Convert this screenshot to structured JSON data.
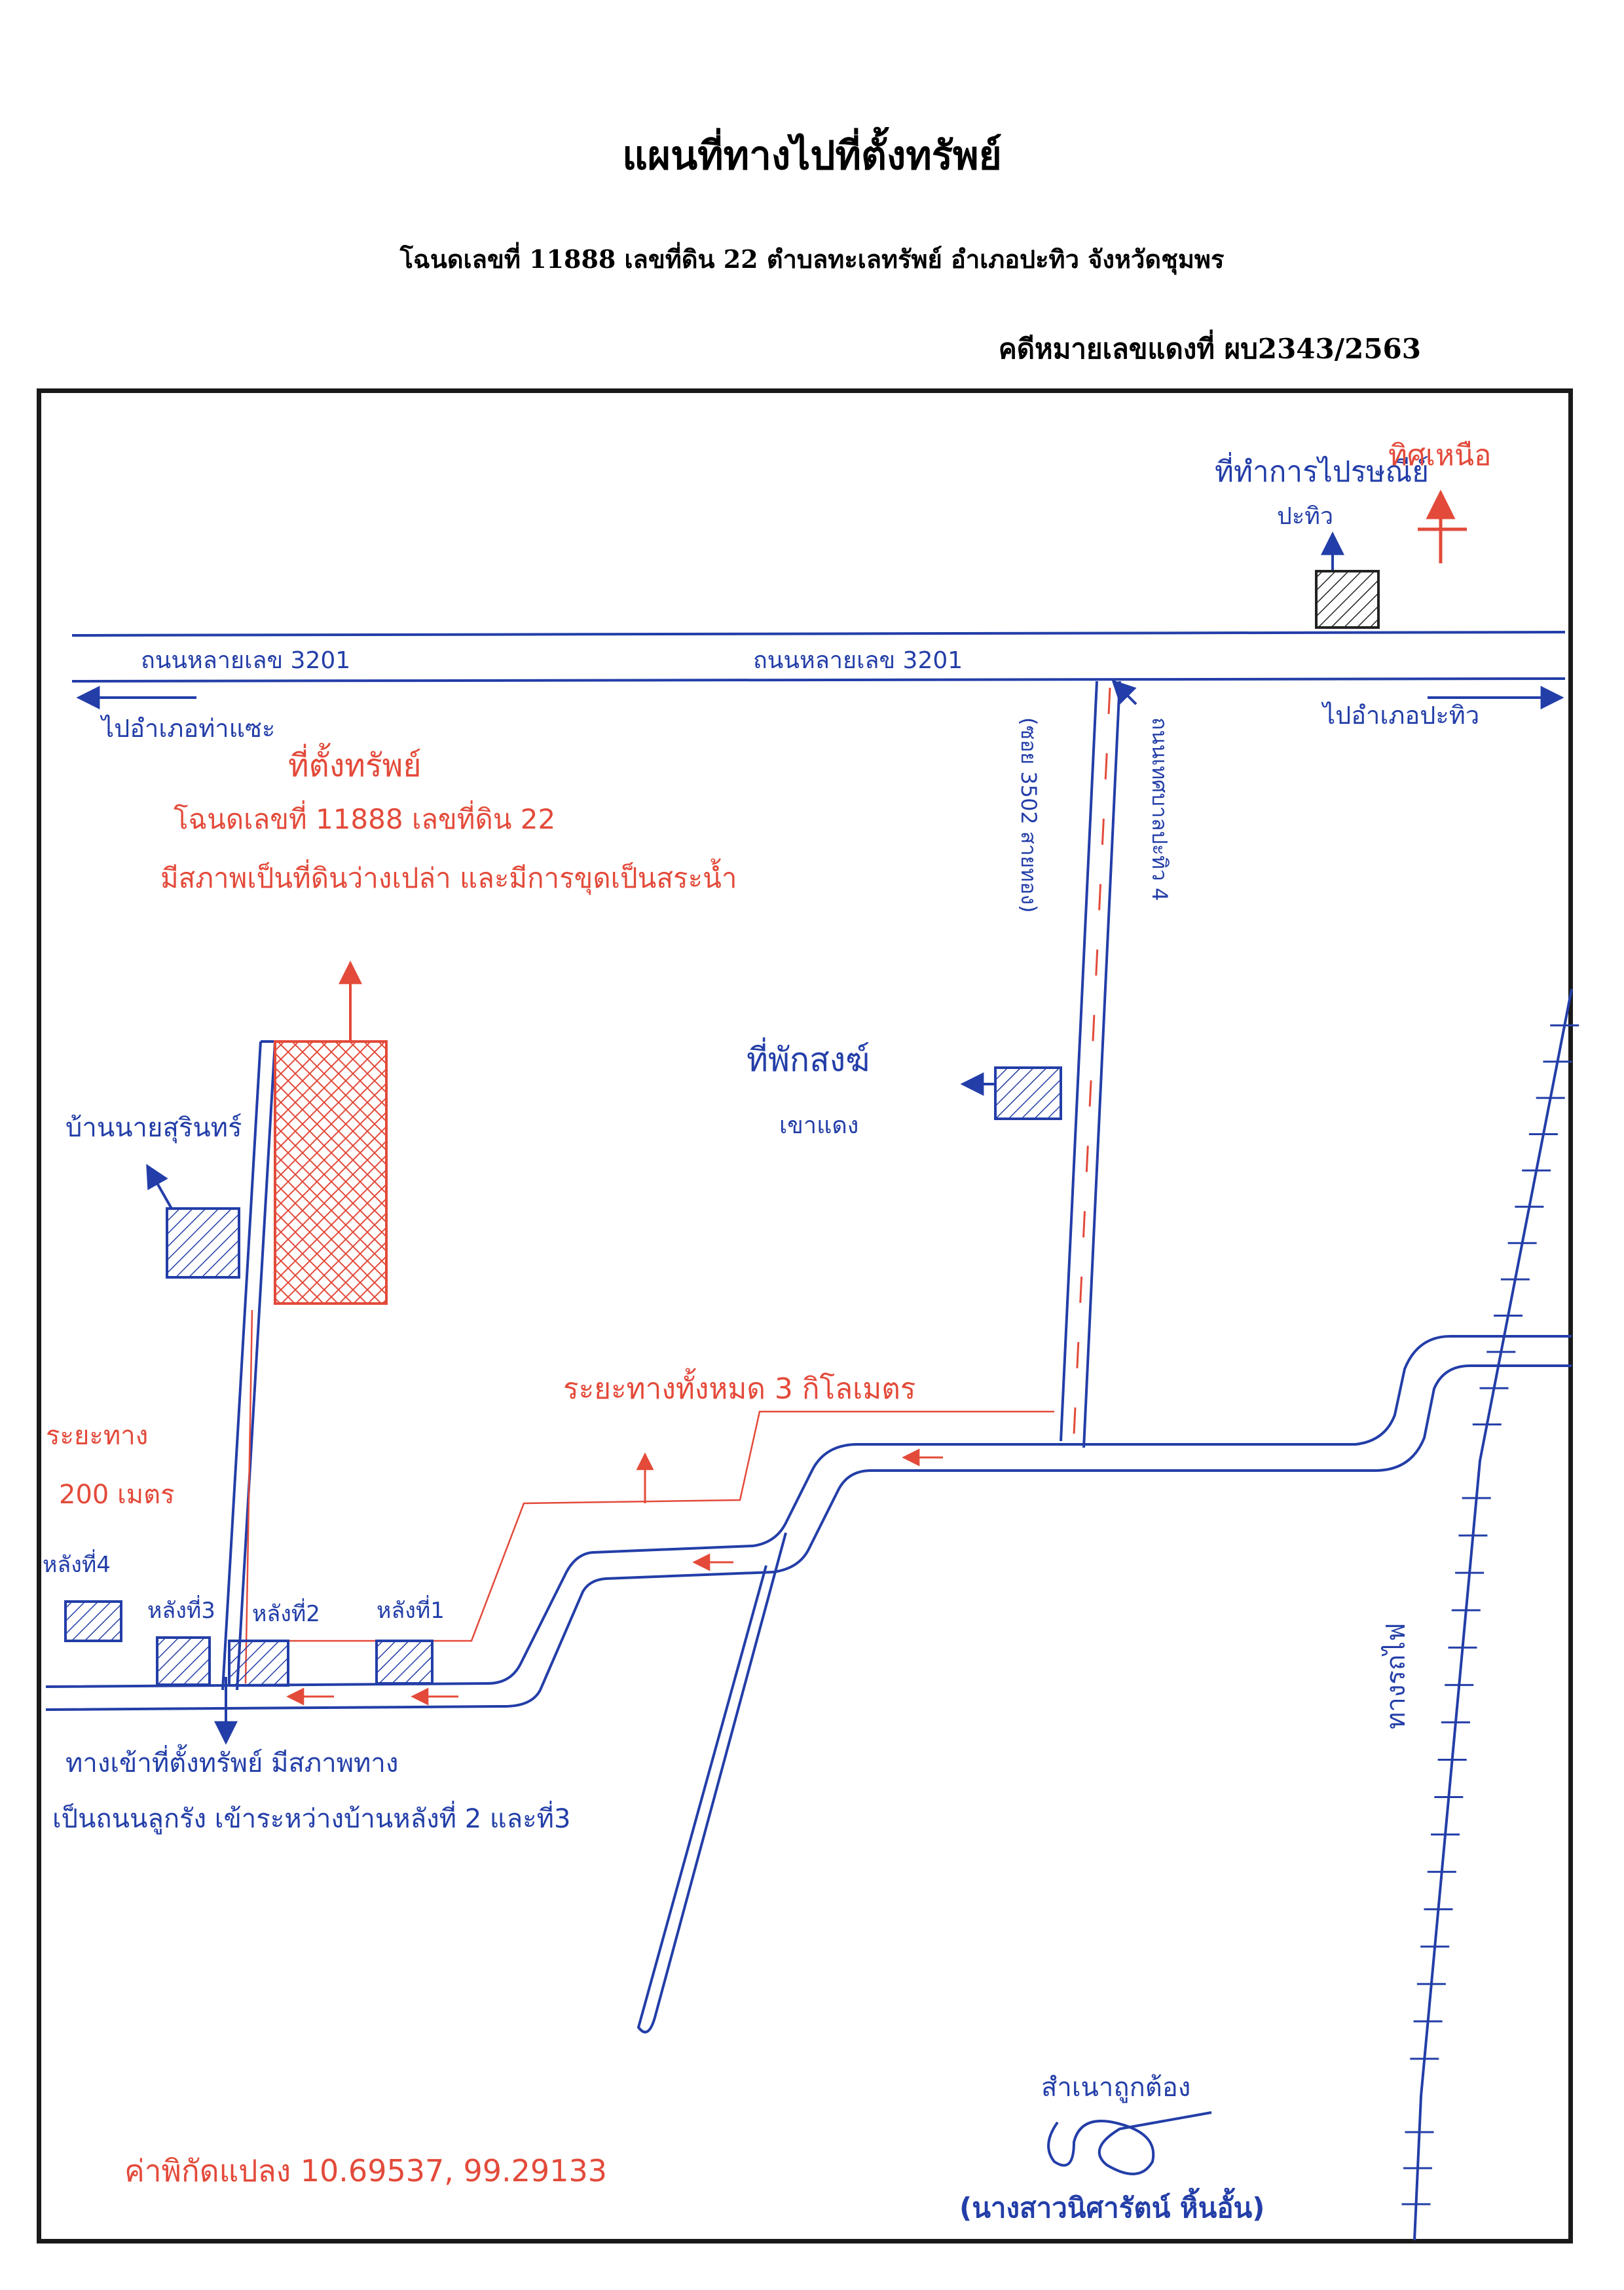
{
  "header": {
    "title": "แผนที่ทางไปที่ตั้งทรัพย์",
    "subtitle": "โฉนดเลขที่ 11888 เลขที่ดิน 22 ตำบลทะเลทรัพย์ อำเภอปะทิว จังหวัดชุมพร",
    "case_number": "คดีหมายเลขแดงที่ ผบ2343/2563"
  },
  "map": {
    "road_label_left": "ถนนหลายเลข 3201",
    "road_label_right": "ถนนหลายเลข 3201",
    "to_left": "ไปอำเภอท่าแซะ",
    "to_right": "ไปอำเภอปะทิว",
    "post_office": "ที่ทำการไปรษณีย์",
    "post_office_sub": "ปะทิว",
    "north": "ทิศเหนือ",
    "property_label": "ที่ตั้งทรัพย์",
    "property_deed": "โฉนดเลขที่ 11888 เลขที่ดิน 22",
    "property_desc": "มีสภาพเป็นที่ดินว่างเปล่า และมีการขุดเป็นสระน้ำ",
    "side_road_1": "(ซอย 3502 สายทอง)",
    "side_road_2": "ถนนเทศบาลปะทิว 4",
    "lodge": "ที่พักสงฆ์",
    "lodge_sub": "เขาแดง",
    "neighbor_house": "บ้านนายสุรินทร์",
    "distance_total": "ระยะทางทั้งหมด 3 กิโลเมตร",
    "distance_label": "ระยะทาง",
    "distance_value": "200 เมตร",
    "house_1": "หลังที่1",
    "house_2": "หลังที่2",
    "house_3": "หลังที่3",
    "house_4": "หลังที่4",
    "entrance_line1": "ทางเข้าที่ตั้งทรัพย์ มีสภาพทาง",
    "entrance_line2": "เป็นถนนลูกรัง เข้าระหว่างบ้านหลังที่ 2 และที่3",
    "railway": "ทางรถไฟ",
    "coordinates": "ค่าพิกัดแปลง 10.69537, 99.29133"
  },
  "certification": {
    "label": "สำเนาถูกต้อง",
    "name": "(นางสาวนิศารัตน์ หิ้นอั้น)"
  },
  "colors": {
    "ink_blue": "#233ea8",
    "ink_red": "#e34a3a",
    "frame": "#1a1a1a"
  }
}
